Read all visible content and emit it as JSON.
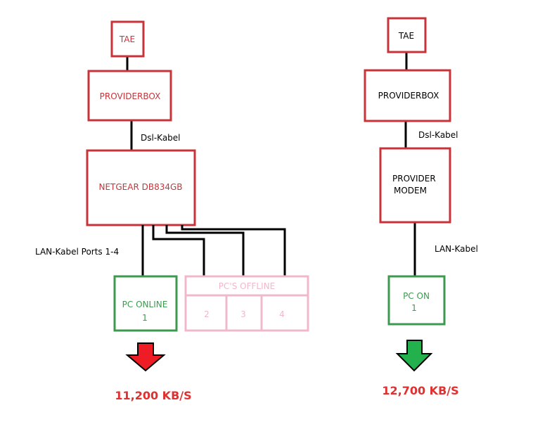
{
  "left": {
    "tae": "TAE",
    "providerbox": "PROVIDERBOX",
    "dsl_label": "Dsl-Kabel",
    "router": "NETGEAR DB834GB",
    "lan_label": "LAN-Kabel Ports 1-4",
    "pc_online": {
      "title": "PC ONLINE",
      "number": "1"
    },
    "pcs_offline": {
      "title": "PC'S OFFLINE",
      "ports": [
        "2",
        "3",
        "4"
      ]
    },
    "speed": "11,200 KB/S"
  },
  "right": {
    "tae": "TAE",
    "providerbox": "PROVIDERBOX",
    "dsl_label": "Dsl-Kabel",
    "modem_line1": "PROVIDER",
    "modem_line2": "MODEM",
    "lan_label": "LAN-Kabel",
    "pc_on": {
      "title": "PC ON",
      "number": "1"
    },
    "speed": "12,700 KB/S"
  },
  "colors": {
    "box": "#c8333a",
    "online": "#3c9a4e",
    "offline": "#f0b8cc",
    "bad_arrow": "#ee1c24",
    "good_arrow": "#22b14c"
  }
}
